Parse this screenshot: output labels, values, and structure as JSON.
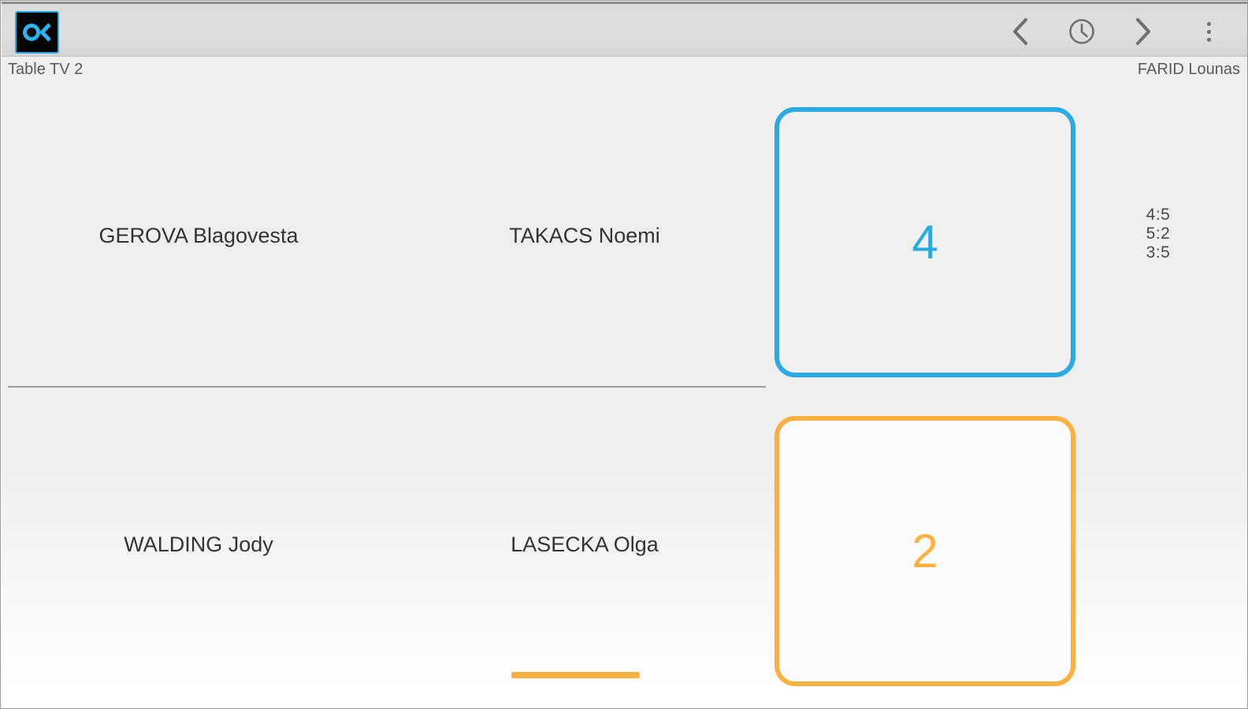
{
  "window": {
    "app_logo_icon": "oc-logo-icon"
  },
  "toolbar": {
    "buttons": [
      {
        "name": "previous-match-button",
        "icon": "chevron-left-icon"
      },
      {
        "name": "match-history-button",
        "icon": "clock-icon"
      },
      {
        "name": "next-match-button",
        "icon": "chevron-right-icon"
      },
      {
        "name": "overflow-menu-button",
        "icon": "more-vertical-icon"
      }
    ]
  },
  "subheader": {
    "table": "Table TV 2",
    "umpire": "FARID Lounas"
  },
  "colors": {
    "team_top_accent": "#29abe2",
    "team_bottom_accent": "#fbb040",
    "background": "#efefef",
    "text": "#333333"
  },
  "match": {
    "teams": [
      {
        "side": "top",
        "player_a": "GEROVA Blagovesta",
        "player_b": "TAKACS Noemi",
        "points": "4",
        "accent": "#29abe2",
        "serving": false
      },
      {
        "side": "bottom",
        "player_a": "WALDING Jody",
        "player_b": "LASECKA Olga",
        "points": "2",
        "accent": "#fbb040",
        "serving": true
      }
    ],
    "set_scores": [
      "4:5",
      "5:2",
      "3:5"
    ]
  }
}
